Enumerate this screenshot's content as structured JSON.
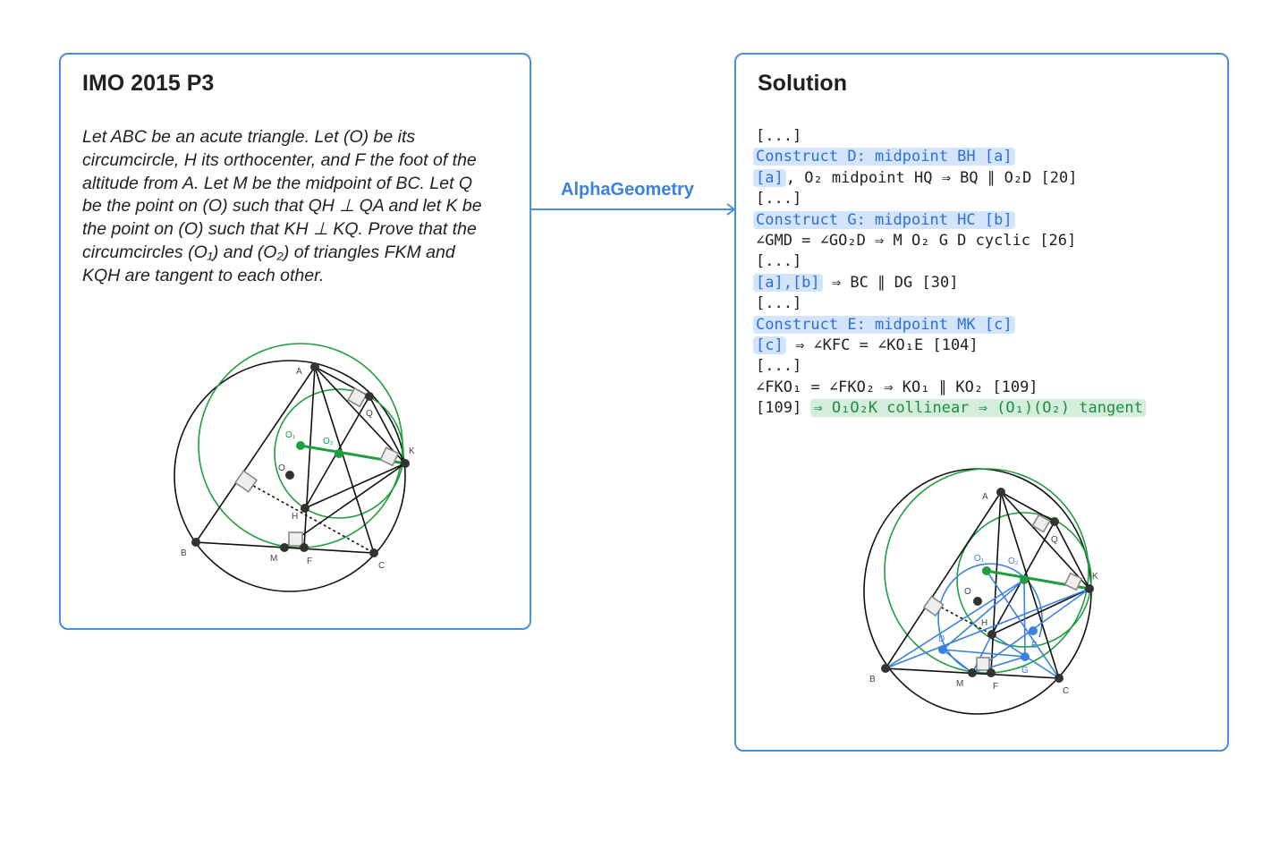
{
  "left_panel": {
    "title": "IMO 2015 P3",
    "problem": "Let ABC be an acute triangle. Let (O) be its circumcircle, H its orthocenter, and F the foot of the altitude from A. Let M be the midpoint of BC. Let Q be the point on (O) such that QH ⊥ QA and let K be the point on (O) such that KH ⊥ KQ. Prove that the circumcircles (O₁) and (O₂) of triangles FKM and KQH are tangent to each other."
  },
  "connector": {
    "label": "AlphaGeometry"
  },
  "right_panel": {
    "title": "Solution",
    "lines": [
      [
        {
          "t": "[...]"
        }
      ],
      [
        {
          "t": "Construct D: midpoint BH [a]",
          "s": "hl"
        }
      ],
      [
        {
          "t": "[a]",
          "s": "hl"
        },
        {
          "t": ", O₂ midpoint HQ ⇒ BQ ∥ O₂D [20]"
        }
      ],
      [
        {
          "t": "[...]"
        }
      ],
      [
        {
          "t": "Construct G: midpoint HC [b]",
          "s": "hl"
        }
      ],
      [
        {
          "t": "∠GMD = ∠GO₂D ⇒ M O₂ G D cyclic [26]"
        }
      ],
      [
        {
          "t": "[...]"
        }
      ],
      [
        {
          "t": "[a],[b]",
          "s": "hl"
        },
        {
          "t": " ⇒ BC ∥ DG [30]"
        }
      ],
      [
        {
          "t": "[...]"
        }
      ],
      [
        {
          "t": "Construct E: midpoint MK [c]",
          "s": "hl"
        }
      ],
      [
        {
          "t": "[c]",
          "s": "hl"
        },
        {
          "t": " ⇒ ∠KFC = ∠KO₁E [104]"
        }
      ],
      [
        {
          "t": "[...]"
        }
      ],
      [
        {
          "t": "∠FKO₁ = ∠FKO₂ ⇒ KO₁ ∥ KO₂ [109]"
        }
      ],
      [
        {
          "t": "[109] "
        },
        {
          "t": "⇒ O₁O₂K collinear ⇒ (O₁)(O₂) tangent",
          "s": "gr"
        }
      ]
    ]
  },
  "figure_labels": {
    "A": "A",
    "B": "B",
    "C": "C",
    "M": "M",
    "F": "F",
    "H": "H",
    "K": "K",
    "Q": "Q",
    "O": "O",
    "O1": "O₁",
    "O2": "O₂",
    "D": "D",
    "E": "E",
    "G": "G"
  },
  "colors": {
    "border": "#4a8ee0",
    "green": "#1e9e3e",
    "blue": "#3b82e0",
    "highlight_blue": "#d4e5fb",
    "highlight_green": "#d4eedb"
  }
}
